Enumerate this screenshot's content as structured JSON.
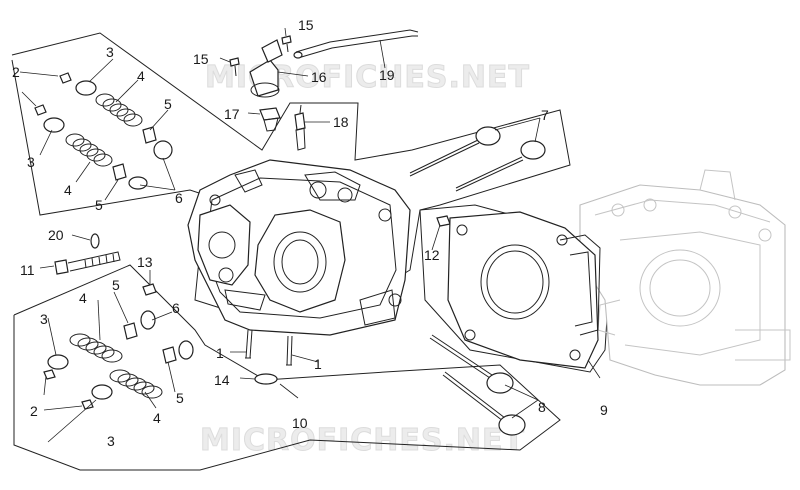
{
  "diagram": {
    "watermark": "MICROFICHES.NET",
    "colors": {
      "line": "#222222",
      "ghost": "#bdbdbd",
      "watermark": "#e4e4e4",
      "text": "#1a1a1a"
    },
    "callouts": {
      "c1a": "1",
      "c1b": "1",
      "c2a": "2",
      "c2b": "2",
      "c3a": "3",
      "c3b": "3",
      "c3c": "3",
      "c3d": "3",
      "c4a": "4",
      "c4b": "4",
      "c4c": "4",
      "c4d": "4",
      "c5a": "5",
      "c5b": "5",
      "c5c": "5",
      "c5d": "5",
      "c6a": "6",
      "c6b": "6",
      "c7": "7",
      "c8": "8",
      "c9": "9",
      "c10": "10",
      "c11": "11",
      "c12": "12",
      "c13": "13",
      "c14": "14",
      "c15a": "15",
      "c15b": "15",
      "c16": "16",
      "c17": "17",
      "c18": "18",
      "c19": "19",
      "c20": "20"
    }
  }
}
